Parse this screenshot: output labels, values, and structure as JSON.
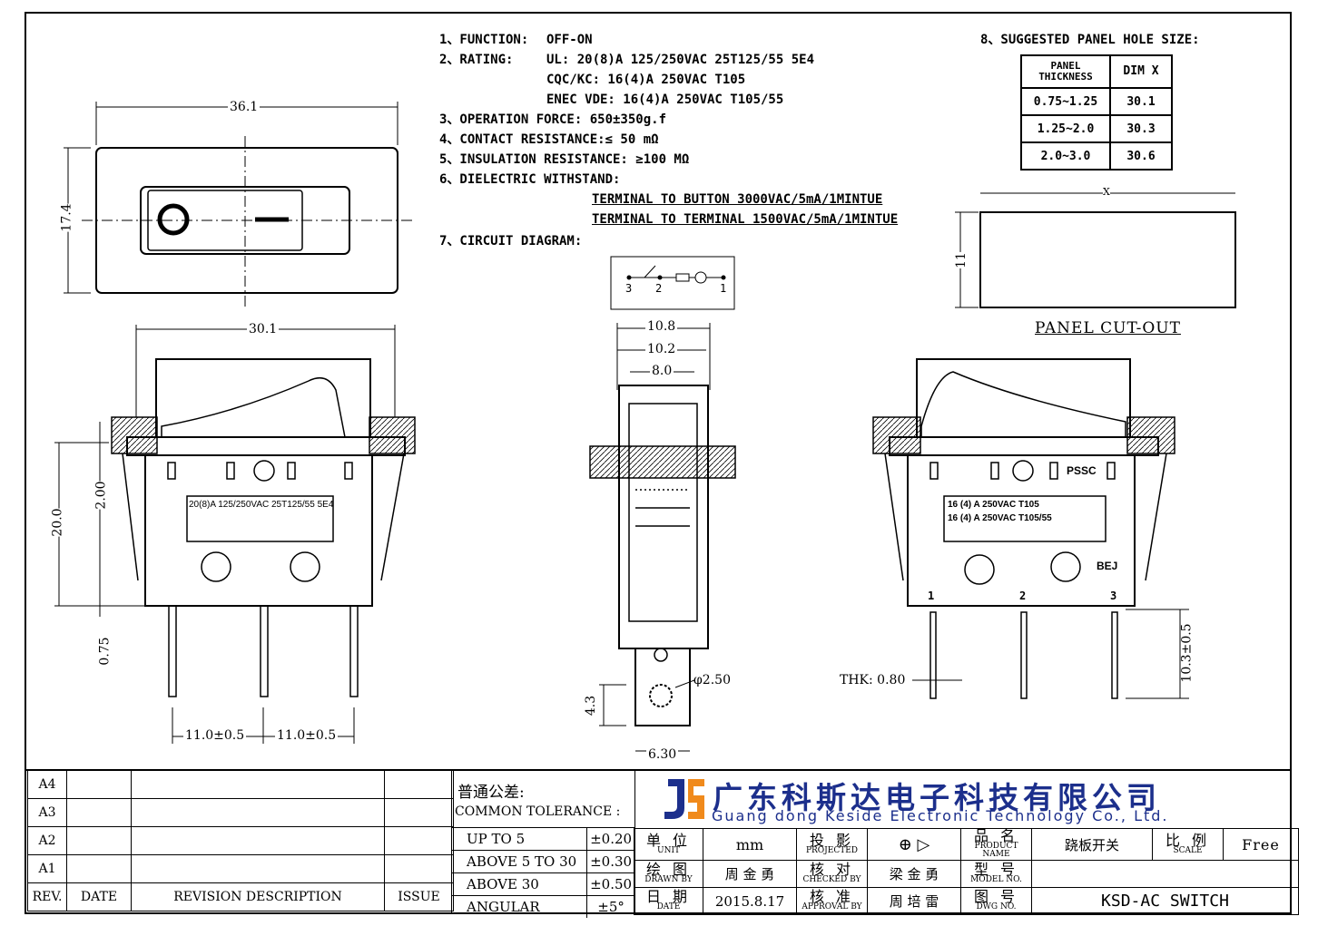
{
  "specs": {
    "l1_key": "1、FUNCTION:",
    "l1_val": "OFF-ON",
    "l2_key": "2、RATING:",
    "l2_val": "UL: 20(8)A 125/250VAC 25T125/55 5E4",
    "l2b": "CQC/KC: 16(4)A 250VAC T105",
    "l2c": "ENEC VDE: 16(4)A 250VAC T105/55",
    "l3": "3、OPERATION FORCE: 650±350g.f",
    "l4": "4、CONTACT RESISTANCE:≤ 50 mΩ",
    "l5": "5、INSULATION RESISTANCE: ≥100 MΩ",
    "l6": "6、DIELECTRIC WITHSTAND:",
    "l6a": "TERMINAL TO BUTTON 3000VAC/5mA/1MINTUE",
    "l6b": "TERMINAL TO TERMINAL 1500VAC/5mA/1MINTUE",
    "l7": "7、CIRCUIT DIAGRAM:"
  },
  "hole": {
    "title": "8、SUGGESTED PANEL HOLE SIZE:",
    "h1": "PANEL THICKNESS",
    "h2": "DIM X",
    "rows": [
      [
        "0.75~1.25",
        "30.1"
      ],
      [
        "1.25~2.0",
        "30.3"
      ],
      [
        "2.0~3.0",
        "30.6"
      ]
    ],
    "x_label": "X",
    "h_label": "11",
    "cutout": "PANEL CUT-OUT"
  },
  "dims": {
    "d36": "36.1",
    "d174": "17.4",
    "d301": "30.1",
    "d200": "20.0",
    "d2": "2.00",
    "d075": "0.75",
    "d11a": "11.0±0.5",
    "d11b": "11.0±0.5",
    "d108": "10.8",
    "d102": "10.2",
    "d80": "8.0",
    "d250": "φ2.50",
    "d43": "4.3",
    "d630": "6.30",
    "thk": "THK: 0.80",
    "d103": "10.3±0.5"
  },
  "circuit": {
    "p3": "3",
    "p2": "2",
    "p1": "1"
  },
  "labels": {
    "front": "20(8)A 125/250VAC 25T125/55 5E4",
    "back1": "16 (4) A 250VAC T105",
    "back2": "16 (4) A 250VAC T105/55",
    "pssc": "PSSC",
    "bej": "BEJ",
    "t1": "1",
    "t2": "2",
    "t3": "3",
    "sym_o": "O",
    "sym_i": "I"
  },
  "titleblock": {
    "rev": [
      "A4",
      "A3",
      "A2",
      "A1"
    ],
    "h_rev": "REV.",
    "h_date": "DATE",
    "h_desc": "REVISION DESCRIPTION",
    "h_issue": "ISSUE",
    "tol_cn": "普通公差:",
    "tol_en": "COMMON TOLERANCE :",
    "tol": [
      [
        "UP TO 5",
        "±0.20"
      ],
      [
        "ABOVE 5 TO 30",
        "±0.30"
      ],
      [
        "ABOVE 30",
        "±0.50"
      ],
      [
        "ANGULAR",
        "±5°"
      ]
    ],
    "company_cn": "广东科斯达电子科技有限公司",
    "company_en": "Guang dong Keside Electronic Technology Co., Ltd.",
    "unit_cn": "单 位",
    "unit_en": "UNIT",
    "unit_val": "mm",
    "proj_cn": "投 影",
    "proj_en": "PROJECTED",
    "name_cn": "品 名",
    "name_en": "PRODUCT NAME",
    "name_val": "跷板开关",
    "scale_cn": "比 例",
    "scale_en": "SCALE",
    "scale_val": "Free",
    "drawn_cn": "绘 图",
    "drawn_en": "DRAWN BY",
    "drawn_val": "周 金 勇",
    "check_cn": "核 对",
    "check_en": "CHECKED BY",
    "check_val": "梁 金 勇",
    "model_cn": "型 号",
    "model_en": "MODEL NO.",
    "date_cn": "日 期",
    "date_en": "DATE",
    "date_val": "2015.8.17",
    "appr_cn": "核 准",
    "appr_en": "APPROVAL BY",
    "appr_val": "周 培 雷",
    "dwg_cn": "图 号",
    "dwg_en": "DWG NO.",
    "dwg_val": "KSD-AC SWITCH"
  }
}
